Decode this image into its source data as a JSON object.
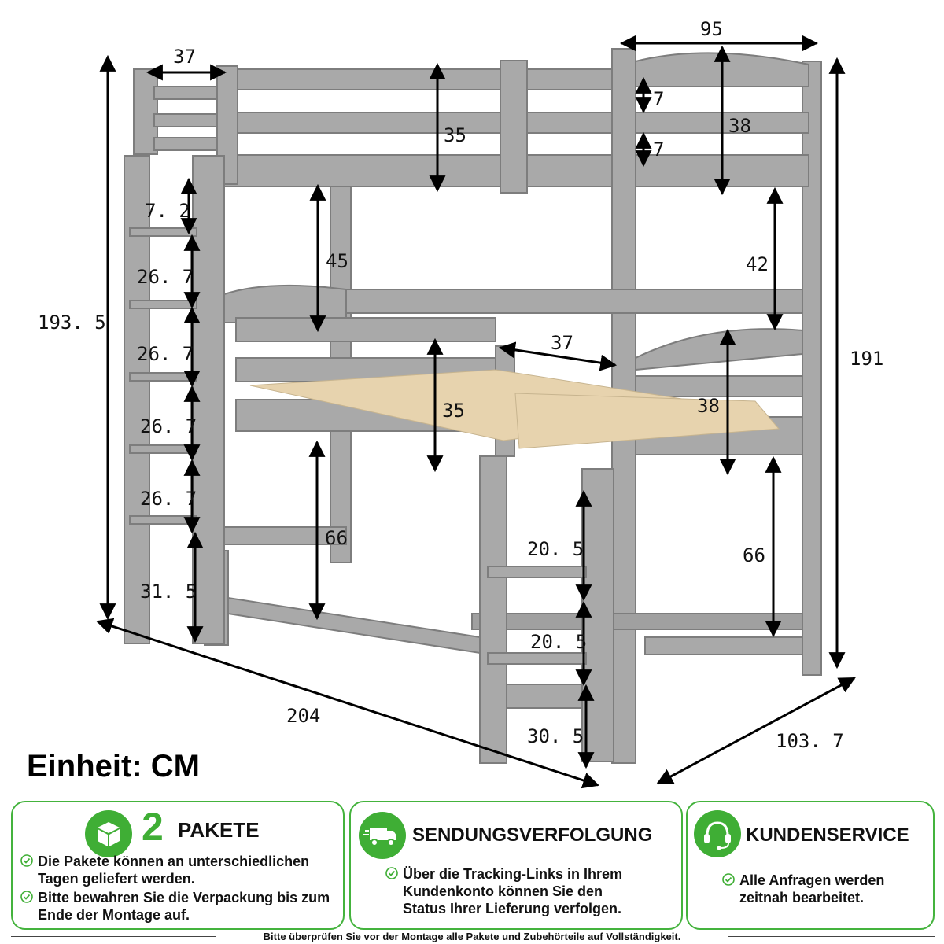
{
  "dimensions": {
    "top_ladder_width": "37",
    "overall_width": "95",
    "top_guard_upper_gap": "7",
    "top_guard_height": "38",
    "top_guard_lower_gap": "7",
    "top_front_rail": "35",
    "ladder_top_gap": "7. 2",
    "ladder_step_1": "26. 7",
    "ladder_step_2": "26. 7",
    "ladder_step_3": "26. 7",
    "ladder_step_4": "26. 7",
    "ladder_bottom": "31. 5",
    "total_height_left": "193. 5",
    "total_height_right": "191",
    "top_clearance_front": "45",
    "top_clearance_back": "42",
    "middle_ladder_width": "37",
    "middle_front_rail": "35",
    "middle_guard_height": "38",
    "lower_clearance_front": "66",
    "lower_clearance_back": "66",
    "small_ladder_step_1": "20. 5",
    "small_ladder_step_2": "20. 5",
    "small_ladder_bottom": "30. 5",
    "length": "204",
    "depth": "103. 7"
  },
  "unit_label": "Einheit: CM",
  "cards": [
    {
      "icon": "package-box-icon",
      "number": "2",
      "title": "PAKETE",
      "bullets": [
        "Die Pakete können an unterschiedlichen Tagen geliefert werden.",
        "Bitte bewahren Sie die Verpackung bis zum Ende der Montage auf."
      ]
    },
    {
      "icon": "delivery-truck-icon",
      "title": "SENDUNGSVERFOLGUNG",
      "bullets": [
        "Über die Tracking-Links in Ihrem Kundenkonto können Sie den Status Ihrer Lieferung verfolgen."
      ]
    },
    {
      "icon": "headset-icon",
      "title": "KUNDENSERVICE",
      "bullets": [
        "Alle Anfragen werden zeitnah bearbeitet."
      ]
    }
  ],
  "footer": "Bitte überprüfen Sie vor der Montage alle Pakete und Zubehörteile auf Vollständigkeit.",
  "colors": {
    "frame": "#a9a9a9",
    "frame_edge": "#7d7d7d",
    "slats": "#e7d3ae",
    "accent": "#3fae35"
  }
}
